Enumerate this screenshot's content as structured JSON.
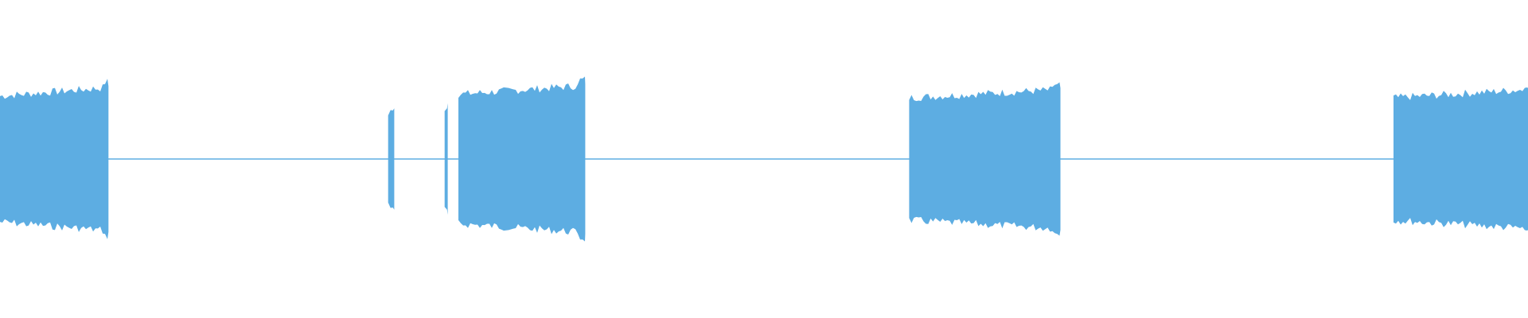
{
  "waveform": {
    "color": "#5dade2",
    "background": "#ffffff",
    "segments": [
      {
        "kind": "burst",
        "start": 0.0,
        "end": 0.071,
        "amplitude": 0.72
      },
      {
        "kind": "silence",
        "start": 0.071,
        "end": 0.254
      },
      {
        "kind": "blip",
        "start": 0.254,
        "end": 0.258,
        "amplitude": 0.5
      },
      {
        "kind": "silence",
        "start": 0.258,
        "end": 0.291
      },
      {
        "kind": "blip",
        "start": 0.291,
        "end": 0.293,
        "amplitude": 0.55
      },
      {
        "kind": "silence",
        "start": 0.293,
        "end": 0.3
      },
      {
        "kind": "burst",
        "start": 0.3,
        "end": 0.383,
        "amplitude": 0.74
      },
      {
        "kind": "silence",
        "start": 0.383,
        "end": 0.595
      },
      {
        "kind": "burst",
        "start": 0.595,
        "end": 0.694,
        "amplitude": 0.7
      },
      {
        "kind": "silence",
        "start": 0.694,
        "end": 0.912
      },
      {
        "kind": "burst",
        "start": 0.912,
        "end": 1.0,
        "amplitude": 0.7
      }
    ]
  }
}
